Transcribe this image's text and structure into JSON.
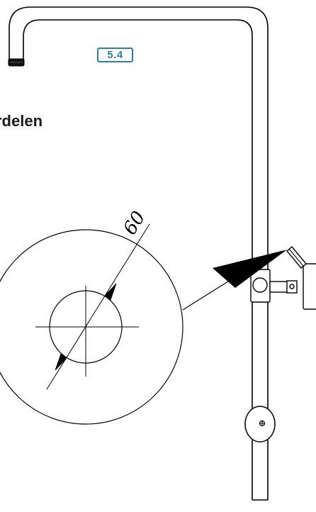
{
  "step_badge": "5.4",
  "section_title": "rdelen",
  "dimension_label": "60",
  "colors": {
    "badge_blue": "#2a7fb8",
    "line": "#000000",
    "title": "#1a1a1a"
  },
  "icons": [
    "shower-rail",
    "shower-head-outlet",
    "diameter-callout",
    "screw-icon",
    "wall-bracket",
    "leader-arrow"
  ]
}
